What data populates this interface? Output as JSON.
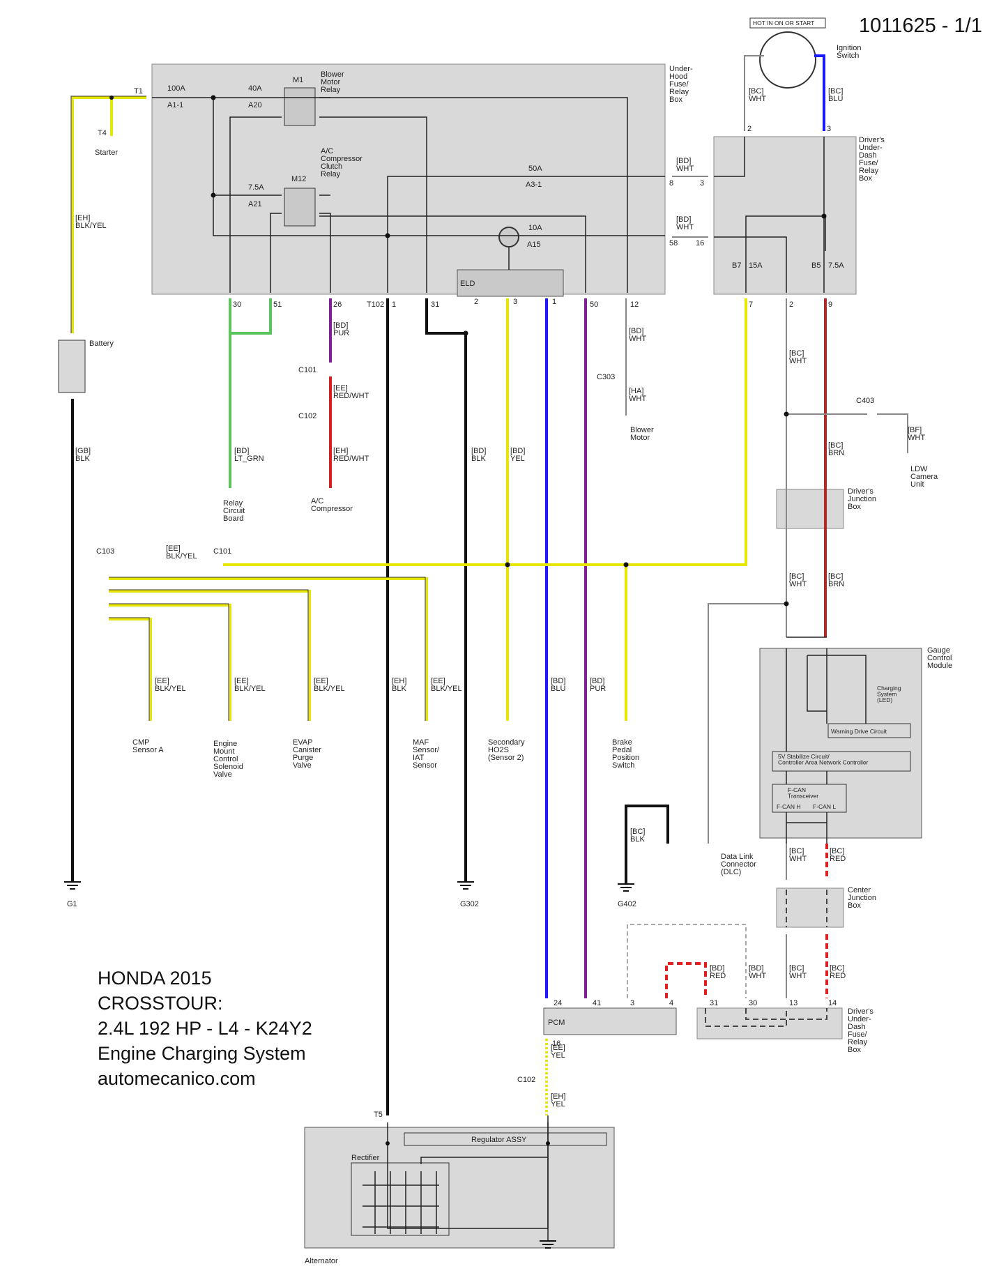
{
  "header": {
    "doc_id": "1011625 - 1/1"
  },
  "footer_title": {
    "line1": "HONDA 2015",
    "line2": "CROSSTOUR:",
    "line3": "2.4L 192 HP - L4 - K24Y2",
    "line4": "Engine Charging System",
    "line5": "automecanico.com"
  },
  "components": {
    "under_hood_box": "Under-\nHood\nFuse/\nRelay\nBox",
    "drivers_under_dash_top": "Driver's\nUnder-\nDash\nFuse/\nRelay\nBox",
    "drivers_under_dash_bottom": "Driver's\nUnder-\nDash\nFuse/\nRelay\nBox",
    "blower_motor_relay": "Blower\nMotor\nRelay",
    "ac_clutch_relay": "A/C\nCompressor\nClutch\nRelay",
    "m1": "M1",
    "m12": "M12",
    "eld": "ELD",
    "ignition_switch": "Ignition\nSwitch",
    "hot_in_on": "HOT IN ON OR START",
    "battery": "Battery",
    "starter": "Starter",
    "relay_circuit_board": "Relay\nCircuit\nBoard",
    "ac_compressor": "A/C\nCompressor",
    "blower_motor": "Blower\nMotor",
    "ldw_camera": "LDW\nCamera\nUnit",
    "drivers_junction_box": "Driver's\nJunction\nBox",
    "gauge_control_module": "Gauge\nControl\nModule",
    "charging_led": "Charging\nSystem\n(LED)",
    "warning_drive": "Warning Drive Circuit",
    "stabilize": "5V Stabilize Circuit/\nController Area Network Controller",
    "fcan": "F-CAN\nTransceiver",
    "fcan_h": "F-CAN H",
    "fcan_l": "F-CAN L",
    "dlc": "Data Link\nConnector\n(DLC)",
    "center_junction_box": "Center\nJunction\nBox",
    "pcm": "PCM",
    "alternator": "Alternator",
    "regulator": "Regulator ASSY",
    "rectifier": "Rectifier",
    "cmp_sensor": "CMP\nSensor A",
    "engine_mount": "Engine\nMount\nControl\nSolenoid\nValve",
    "evap": "EVAP\nCanister\nPurge\nValve",
    "maf": "MAF\nSensor/\nIAT\nSensor",
    "secondary_ho2s": "Secondary\nHO2S\n(Sensor 2)",
    "brake_pedal": "Brake\nPedal\nPosition\nSwitch",
    "g1": "G1",
    "g302": "G302",
    "g402": "G402"
  },
  "fuses": {
    "f100a": "100A",
    "a1_1": "A1-1",
    "f40a": "40A",
    "a20": "A20",
    "f7_5a": "7.5A",
    "a21": "A21",
    "f50a": "50A",
    "a3_1": "A3-1",
    "f10a": "10A",
    "a15": "A15",
    "b7": "B7",
    "f15a": "15A",
    "b5": "B5",
    "f7_5a_b5": "7.5A"
  },
  "wires": {
    "eh_blkyel": "[EH]\nBLK/YEL",
    "gb_blk": "[GB]\nBLK",
    "bd_ltgrn": "[BD]\nLT_GRN",
    "bd_pur": "[BD]\nPUR",
    "ee_redwht": "[EE]\nRED/WHT",
    "eh_redwht": "[EH]\nRED/WHT",
    "bd_blk": "[BD]\nBLK",
    "bd_yel": "[BD]\nYEL",
    "bd_wht_12": "[BD]\nWHT",
    "ha_wht": "[HA]\nWHT",
    "bc_wht_ign": "[BC]\nWHT",
    "bc_blu_ign": "[BC]\nBLU",
    "bd_wht_a31": "[BD]\nWHT",
    "bd_wht_a15": "[BD]\nWHT",
    "bc_wht_p2": "[BC]\nWHT",
    "bc_brn_p9": "[BC]\nBRN",
    "bf_wht": "[BF]\nWHT",
    "bc_wht_e1": "[BC]\nWHT",
    "bc_brn_e8": "[BC]\nBRN",
    "ee_blkyel_c103": "[EE]\nBLK/YEL",
    "ee_blkyel_cmp": "[EE]\nBLK/YEL",
    "ee_blkyel_mount": "[EE]\nBLK/YEL",
    "ee_blkyel_evap": "[EE]\nBLK/YEL",
    "eh_blk": "[EH]\nBLK",
    "ee_blkyel_maf": "[EE]\nBLK/YEL",
    "bd_blu": "[BD]\nBLU",
    "bd_pur_pcm": "[BD]\nPUR",
    "bc_blk": "[BC]\nBLK",
    "bc_wht_19": "[BC]\nWHT",
    "bc_red_20": "[BC]\nRED",
    "bd_red": "[BD]\nRED",
    "bd_wht_f30": "[BD]\nWHT",
    "bc_wht_p13": "[BC]\nWHT",
    "bc_red_p14": "[BC]\nRED",
    "ee_yel": "[EE]\nYEL",
    "eh_yel": "[EH]\nYEL"
  },
  "connectors": {
    "c101": "C101",
    "c102": "C102",
    "c103": "C103",
    "c303": "C303",
    "c403": "C403",
    "c102_pcm": "C102",
    "c101_c103": "C101",
    "t1": "T1",
    "t4": "T4",
    "t102": "T102",
    "t5": "T5"
  },
  "pins": {
    "uh_30": "30",
    "uh_51": "51",
    "uh_26": "26",
    "uh_1": "1",
    "uh_31": "31",
    "uh_a2": "2",
    "uh_a3": "3",
    "uh_a1": "1",
    "uh_50": "50",
    "uh_12": "12",
    "dd_c2": "2",
    "dd_c3": "3",
    "dd_f3": "3",
    "dd_f16": "16",
    "uh_8": "8",
    "uh_58": "58",
    "dd_f7": "7",
    "dd_p2": "2",
    "dd_p9": "9",
    "pcm_24": "24",
    "pcm_41": "41",
    "pcm_3": "3",
    "pcm_4": "4",
    "pcm_16": "16",
    "dd_31": "31",
    "dd_30": "30",
    "dd_13": "13",
    "dd_14": "14"
  },
  "colors": {
    "yellow": "#e6e600",
    "blue": "#1a1aff",
    "purple": "#7f1f9a",
    "red": "#d42020",
    "brown_red": "#b02a2a",
    "green": "#5cc45c",
    "black": "#111111",
    "box_fill": "#d9d9d9"
  }
}
